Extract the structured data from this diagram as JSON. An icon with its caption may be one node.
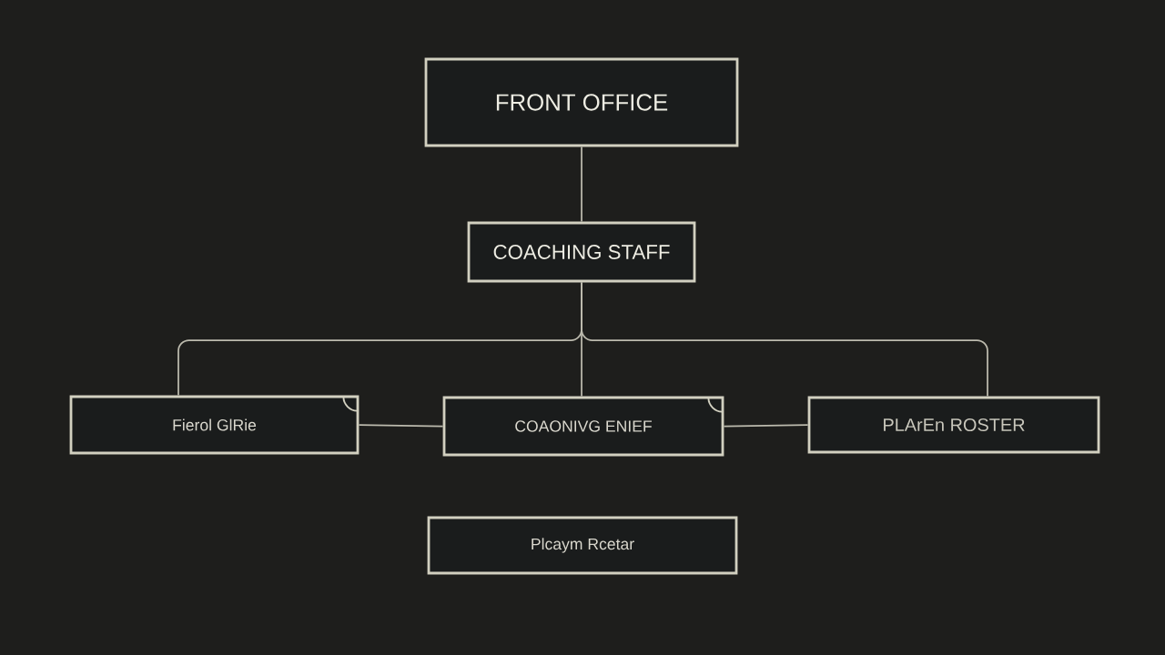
{
  "diagram": {
    "nodes": [
      {
        "text": [
          "FRONT OFFICE"
        ]
      },
      {
        "text": [
          "COACHING STAFF"
        ]
      },
      {
        "text": [
          "Fierol GlRie"
        ]
      },
      {
        "text": [
          "COAONIVG ENIEF"
        ]
      },
      {
        "text": [
          "PLArEn ROSTER"
        ]
      },
      {
        "text": [
          "Plcaym Rcetar"
        ]
      }
    ],
    "edges": [
      {
        "from": 0,
        "to": 1,
        "arrow": "none"
      },
      {
        "from": 1,
        "to": 2,
        "arrow": "none"
      },
      {
        "from": 1,
        "to": 3,
        "arrow": "none"
      },
      {
        "from": 1,
        "to": 4,
        "arrow": "none"
      },
      {
        "from": 2,
        "to": 3,
        "arrow": "none"
      },
      {
        "from": 3,
        "to": 4,
        "arrow": "none"
      }
    ]
  }
}
